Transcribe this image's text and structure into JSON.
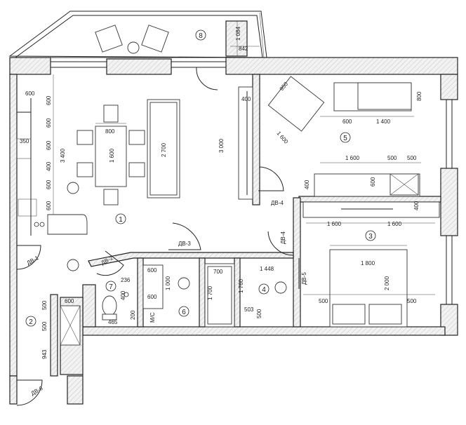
{
  "rooms": [
    "1",
    "2",
    "3",
    "4",
    "5",
    "6",
    "7",
    "8"
  ],
  "doors": {
    "dv1": "ДВ-1",
    "dv2": "ДВ-2",
    "dv3": "ДВ-3",
    "dv4a": "ДВ-4",
    "dv4b": "ДВ-4",
    "dv5": "ДВ-5",
    "dv6": "ДВ-6"
  },
  "dimensions": {
    "balcony_1084": "1 084",
    "balcony_842": "842",
    "kitchen_600_top": "600",
    "kitchen_600_a": "600",
    "kitchen_600_b": "600",
    "kitchen_600_c": "600",
    "kitchen_350": "350",
    "kitchen_400": "400",
    "kitchen_600_d": "600",
    "kitchen_600_e": "600",
    "kitchen_3400": "3 400",
    "table_800": "800",
    "table_1600": "1 600",
    "sofa_2700": "2 700",
    "wall_3000": "3 000",
    "closet_400": "400",
    "bed5_950": "950",
    "bed5_1600": "1 600",
    "bed5_600": "600",
    "bed5_1400": "1 400",
    "bed5_800": "800",
    "r5_1600": "1 600",
    "r5_500a": "500",
    "r5_500b": "500",
    "r5_400": "400",
    "r5_600": "600",
    "r3_400": "400",
    "r3_1600a": "1 600",
    "r3_1600b": "1 600",
    "bed3_1800": "1 800",
    "bed3_2000": "2 000",
    "bed3_500a": "500",
    "bed3_500b": "500",
    "wc_1448": "1 448",
    "wc_1760": "1 760",
    "wc_503": "503",
    "wc_500": "500",
    "bath_600": "600",
    "bath_1000": "1 000",
    "bath_700": "700",
    "bath_1700": "1 700",
    "bath_600b": "600",
    "bath_mc": "М/С",
    "r7_236": "236",
    "r7_400": "400",
    "r7_200": "200",
    "r7_465": "465",
    "hall_600": "600",
    "hall_500a": "500",
    "hall_500b": "500",
    "hall_943": "943"
  }
}
